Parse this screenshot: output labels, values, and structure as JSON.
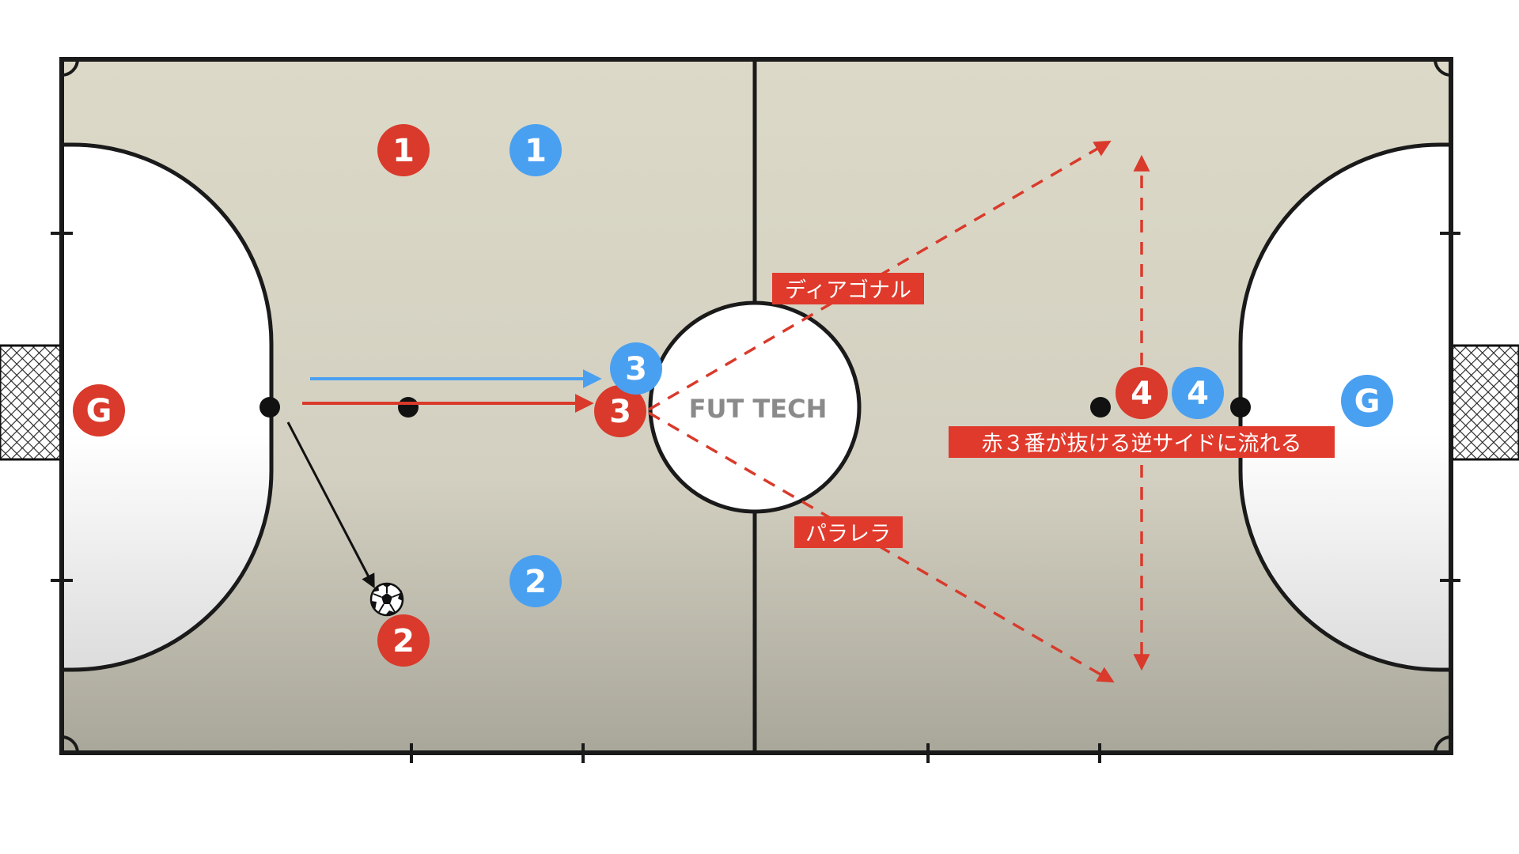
{
  "colors": {
    "red_team": "#d93a2b",
    "blue_team": "#4aa0f0",
    "label_bg": "#e03a2c",
    "court_line": "#1a1a1a",
    "court_floor_top": "#dcd9c8",
    "court_floor_bottom": "#aaa89a",
    "watermark": "#8a8a8a",
    "red_arrow": "#d93a2b",
    "blue_arrow": "#4aa0f0"
  },
  "watermark": "FUT TECH",
  "labels": {
    "diagonal": "ディアゴナル",
    "parallel": "パラレラ",
    "note": "赤３番が抜ける逆サイドに流れる"
  },
  "players": {
    "red_1": "1",
    "red_2": "2",
    "red_3": "3",
    "red_4": "4",
    "red_gk": "G",
    "blue_1": "1",
    "blue_2": "2",
    "blue_3": "3",
    "blue_4": "4",
    "blue_gk": "G"
  },
  "icons": {
    "ball": "soccer-ball-icon",
    "goal_left": "goal-net-icon",
    "goal_right": "goal-net-icon"
  }
}
